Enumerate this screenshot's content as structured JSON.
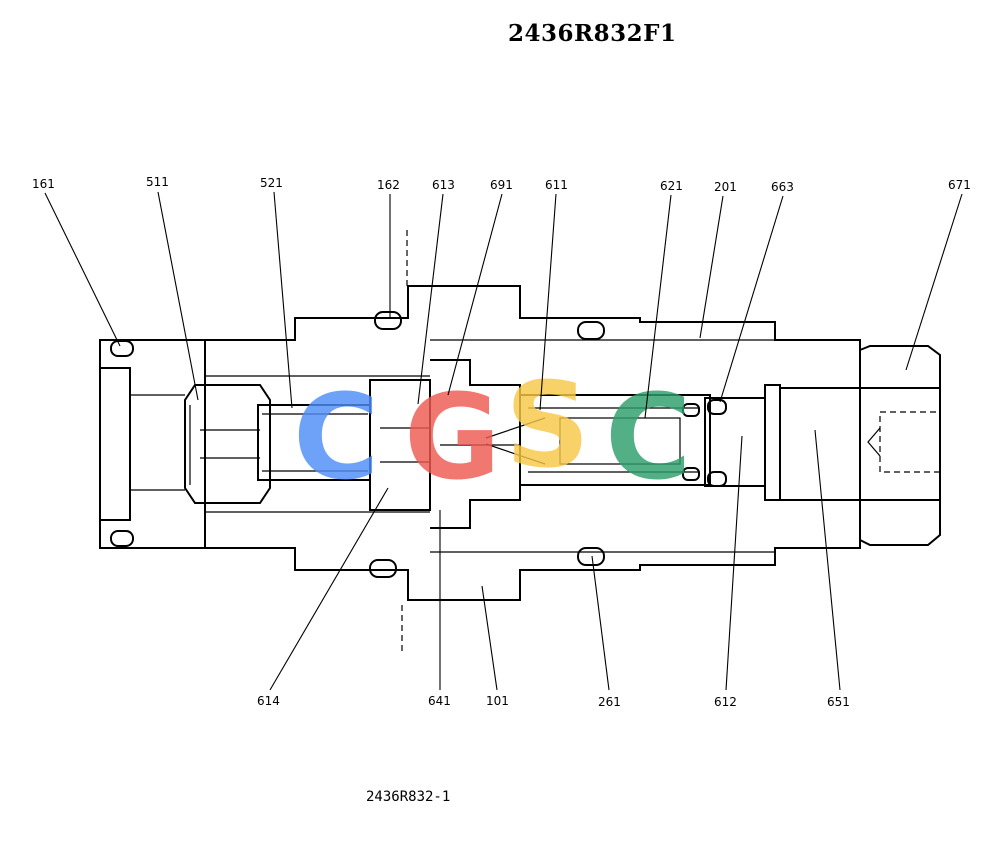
{
  "title": "2436R832F1",
  "footer_code": "2436R832-1",
  "watermark": {
    "letters": [
      "C",
      "G",
      "S",
      "C"
    ],
    "colors": [
      "#4f8ef7",
      "#ee5a52",
      "#f7c948",
      "#2e9e6b"
    ]
  },
  "part_labels": {
    "p161": "161",
    "p511": "511",
    "p521": "521",
    "p162": "162",
    "p613": "613",
    "p691": "691",
    "p611": "611",
    "p621": "621",
    "p201": "201",
    "p663": "663",
    "p671": "671",
    "p614": "614",
    "p641": "641",
    "p101": "101",
    "p261": "261",
    "p612": "612",
    "p651": "651"
  }
}
